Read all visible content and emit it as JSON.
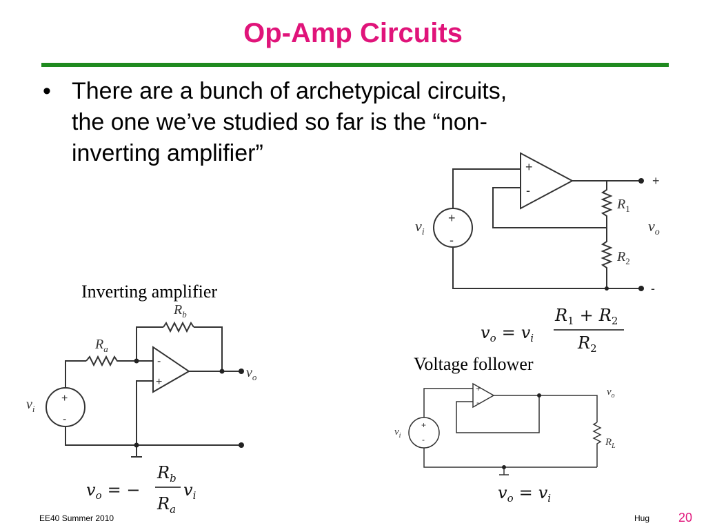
{
  "slide": {
    "title": "Op-Amp Circuits",
    "accent_color": "#e0147a",
    "rule_color": "#1f8a1f",
    "bullets": [
      {
        "lines": [
          "There are a bunch of archetypical circuits,",
          "the one we’ve studied so far is the “non-",
          "inverting amplifier”"
        ]
      }
    ]
  },
  "non_inverting": {
    "plus_terminal": "+",
    "minus_terminal": "-",
    "opamp_plus": "+",
    "opamp_minus": "-",
    "source_plus": "+",
    "source_minus": "-",
    "vi": "v",
    "vi_sub": "i",
    "vo": "v",
    "vo_sub": "o",
    "r1": "R",
    "r1_sub": "1",
    "r2": "R",
    "r2_sub": "2",
    "equation": {
      "lhs": "v",
      "lhs_sub": "o",
      "eq": "=",
      "vi": "v",
      "vi_sub": "i",
      "num": "R",
      "num_sub1": "1",
      "num_plus": "+",
      "num2": "R",
      "num_sub2": "2",
      "den": "R",
      "den_sub": "2"
    }
  },
  "inverting": {
    "heading": "Inverting amplifier",
    "opamp_minus": "-",
    "opamp_plus": "+",
    "source_plus": "+",
    "source_minus": "-",
    "vi": "v",
    "vi_sub": "i",
    "vo": "v",
    "vo_sub": "o",
    "ra": "R",
    "ra_sub": "a",
    "rb": "R",
    "rb_sub": "b",
    "equation": {
      "lhs": "v",
      "lhs_sub": "o",
      "eq": "= −",
      "num": "R",
      "num_sub": "b",
      "den": "R",
      "den_sub": "a",
      "rhs": "v",
      "rhs_sub": "i"
    }
  },
  "follower": {
    "heading": "Voltage follower",
    "opamp_plus": "+",
    "opamp_minus": "-",
    "source_plus": "+",
    "source_minus": "-",
    "vi": "v",
    "vi_sub": "i",
    "vo": "v",
    "vo_sub": "o",
    "rl": "R",
    "rl_sub": "L",
    "equation": {
      "lhs": "v",
      "lhs_sub": "o",
      "eq": "=",
      "rhs": "v",
      "rhs_sub": "i"
    }
  },
  "footer": {
    "course": "EE40 Summer 2010",
    "author": "Hug",
    "page": "20"
  }
}
